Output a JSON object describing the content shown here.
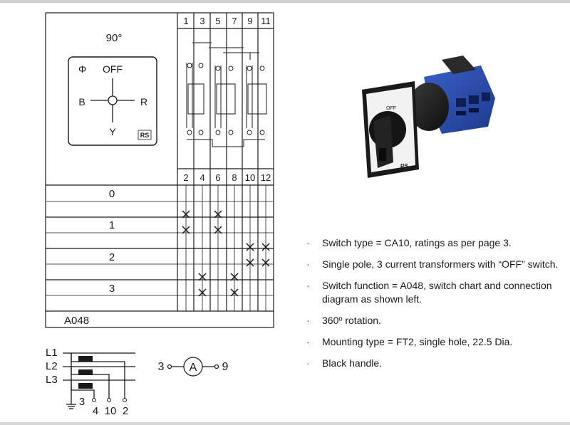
{
  "diagram": {
    "angle_label": "90°",
    "dial": {
      "phi_symbol": "Φ",
      "off_label": "OFF",
      "left_label": "B",
      "right_label": "R",
      "bottom_label": "Y",
      "logo": "RS"
    },
    "top_terminals": [
      "1",
      "3",
      "5",
      "7",
      "9",
      "11"
    ],
    "bottom_terminals": [
      "2",
      "4",
      "6",
      "8",
      "10",
      "12"
    ],
    "positions": [
      "0",
      "1",
      "2",
      "3"
    ],
    "function_code": "A048"
  },
  "wiring": {
    "lines": [
      "L1",
      "L2",
      "L3"
    ],
    "terminal_labels": [
      "3",
      "4",
      "10",
      "2"
    ],
    "ammeter": {
      "left": "3",
      "symbol": "A",
      "right": "9"
    }
  },
  "product_photo": {
    "face_label": "OFF",
    "brand_text": "RS",
    "icon": "rotary-switch-photo"
  },
  "specs": {
    "bullet": "·",
    "items": [
      "Switch type = CA10, ratings as per page 3.",
      "Single pole, 3 current transformers with “OFF” switch.",
      "Switch function = A048, switch chart and connection diagram as shown left.",
      "360º rotation.",
      "Mounting type = FT2, single hole, 22.5 Dia.",
      "Black handle."
    ]
  }
}
